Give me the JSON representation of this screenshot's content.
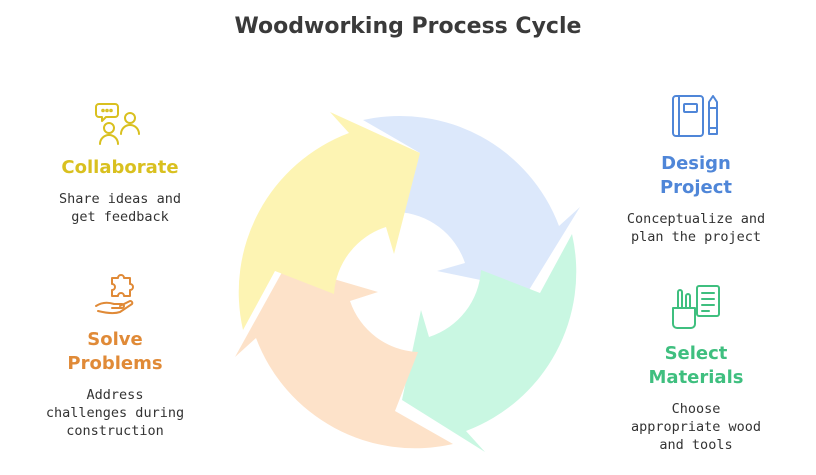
{
  "title": "Woodworking Process Cycle",
  "stages": {
    "collaborate": {
      "label": "Collaborate",
      "desc_lines": [
        "Share ideas and",
        "get feedback"
      ],
      "color": "#d9c01f",
      "icon": "people-chat-icon"
    },
    "design": {
      "label_lines": [
        "Design",
        "Project"
      ],
      "desc_lines": [
        "Conceptualize and",
        "plan the project"
      ],
      "color": "#4f86d8",
      "icon": "notebook-pencil-icon"
    },
    "select": {
      "label_lines": [
        "Select",
        "Materials"
      ],
      "desc_lines": [
        "Choose",
        "appropriate wood",
        "and tools"
      ],
      "color": "#3fbf7f",
      "icon": "cup-checklist-icon"
    },
    "solve": {
      "label_lines": [
        "Solve",
        "Problems"
      ],
      "desc_lines": [
        "Address",
        "challenges during",
        "construction"
      ],
      "color": "#e08a37",
      "icon": "hand-puzzle-icon"
    }
  },
  "cycle_colors": {
    "blue": "#dce8fb",
    "green": "#c9f7e2",
    "orange": "#fde2c9",
    "yellow": "#fdf4b3"
  }
}
